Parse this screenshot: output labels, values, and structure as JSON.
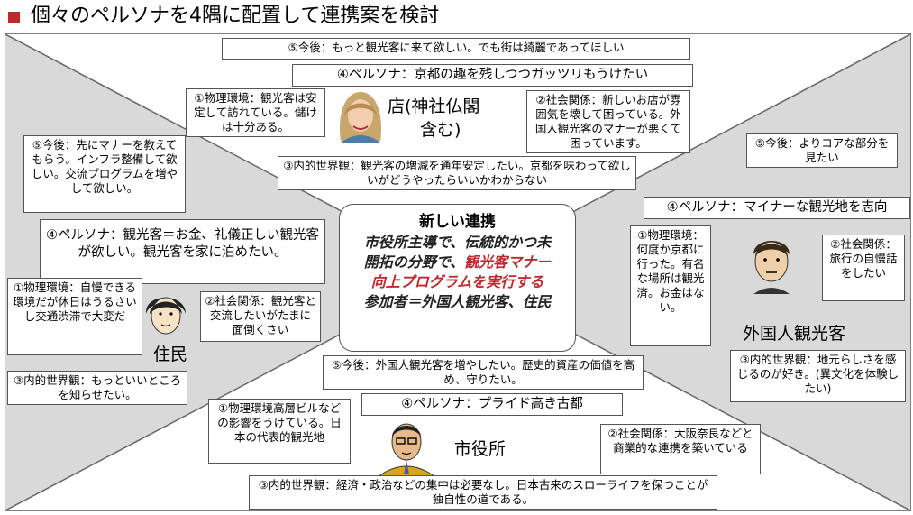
{
  "title": "個々のペルソナを4隅に配置して連携案を検討",
  "colors": {
    "title_square": "#c0282d",
    "board": "#d9d9d9",
    "highlight": "#c0282d"
  },
  "center": {
    "heading": "新しい連携",
    "line1": "市役所主導で、伝統的かつ未",
    "line2": "開拓の分野で、",
    "line2_red": "観光客マナー",
    "line3_red": "向上プログラムを実行する",
    "line4": "参加者＝外国人観光客、住民"
  },
  "shop": {
    "label_line1": "店(神社仏閣",
    "label_line2": "含む)",
    "future": "⑤今後：もっと観光客に来て欲しい。でも街は綺麗であってほしい",
    "persona": "④ペルソナ：京都の趣を残しつつガッツリもうけたい",
    "physical": "①物理環境：観光客は安定して訪れている。儲けは十分ある。",
    "social": "②社会関係：新しいお店が雰囲気を壊して困っている。外国人観光客のマナーが悪くて困っています。",
    "inner": "③内的世界観：観光客の増減を通年安定したい。京都を味わって欲しいがどうやったらいいかわからない"
  },
  "resident": {
    "label": "住民",
    "future": "⑤今後：先にマナーを教えてもらう。インフラ整備して欲しい。交流プログラムを増やして欲しい。",
    "persona": "④ペルソナ：観光客＝お金、礼儀正しい観光客が欲しい。観光客を家に泊めたい。",
    "physical": "①物理環境：自慢できる環境だが休日はうるさいし交通渋滞で大変だ",
    "social": "②社会関係：観光客と交流したいがたまに面倒くさい",
    "inner": "③内的世界観：もっといいところを知らせたい。"
  },
  "foreigner": {
    "label": "外国人観光客",
    "future": "⑤今後：よりコアな部分を見たい",
    "persona": "④ペルソナ：マイナーな観光地を志向",
    "physical": "①物理環境：何度か京都に行った。有名な場所は観光済。お金はない。",
    "social": "②社会関係：旅行の自慢話をしたい",
    "inner": "③内的世界観：地元らしさを感じるのが好き。(異文化を体験したい)"
  },
  "city": {
    "label": "市役所",
    "future": "⑤今後：外国人観光客を増やしたい。歴史的資産の価値を高め、守りたい。",
    "persona": "④ペルソナ：プライド高き古都",
    "physical": "①物理環境高層ビルなどの影響をうけている。日本の代表的観光地",
    "social": "②社会関係：大阪奈良などと商業的な連携を築いている",
    "inner": "③内的世界観：経済・政治などの集中は必要なし。日本古来のスローライフを保つことが独自性の道である。"
  }
}
